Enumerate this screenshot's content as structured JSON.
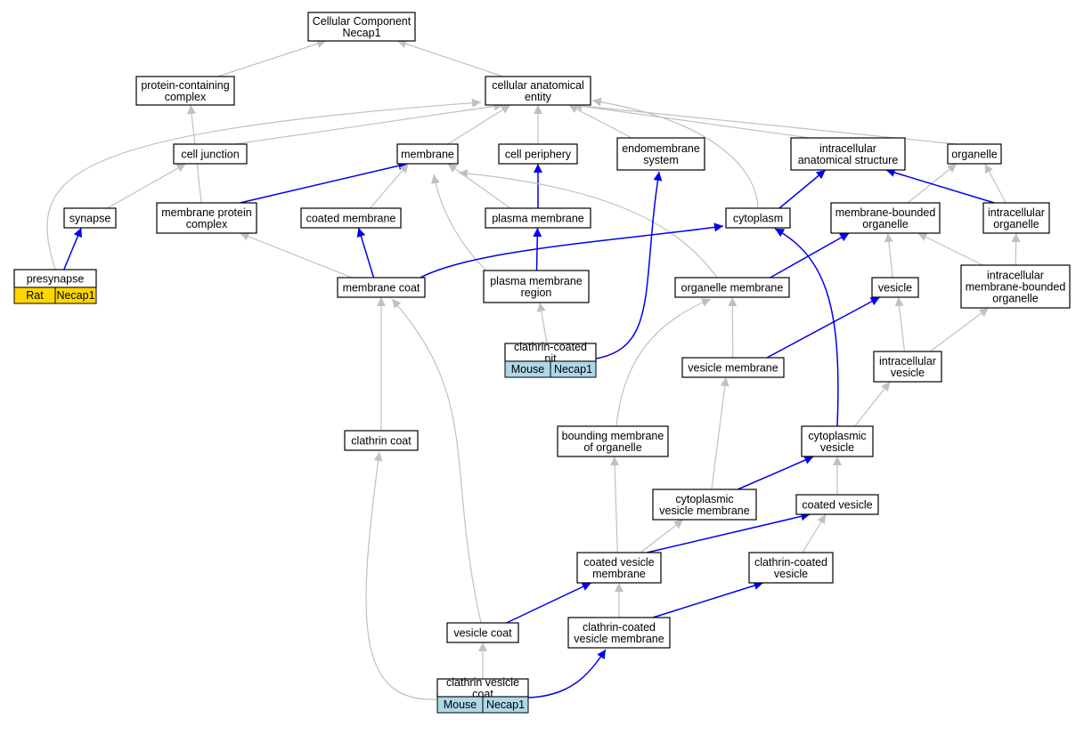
{
  "colors": {
    "is_a_edge": "#c0c0c0",
    "part_of_edge": "#0000ee",
    "rat_tag": "#ffd700",
    "mouse_tag": "#add8e6",
    "node_border": "#000000"
  },
  "nodes": [
    {
      "id": "root",
      "lines": [
        "Cellular Component",
        "Necap1"
      ]
    },
    {
      "id": "protein_complex",
      "lines": [
        "protein-containing",
        "complex"
      ]
    },
    {
      "id": "cae",
      "lines": [
        "cellular anatomical",
        "entity"
      ]
    },
    {
      "id": "cell_junction",
      "lines": [
        "cell junction"
      ]
    },
    {
      "id": "membrane",
      "lines": [
        "membrane"
      ]
    },
    {
      "id": "cell_periphery",
      "lines": [
        "cell periphery"
      ]
    },
    {
      "id": "endomembrane",
      "lines": [
        "endomembrane",
        "system"
      ]
    },
    {
      "id": "ias",
      "lines": [
        "intracellular",
        "anatomical structure"
      ]
    },
    {
      "id": "organelle",
      "lines": [
        "organelle"
      ]
    },
    {
      "id": "synapse",
      "lines": [
        "synapse"
      ]
    },
    {
      "id": "mpc",
      "lines": [
        "membrane protein",
        "complex"
      ]
    },
    {
      "id": "coated_membrane",
      "lines": [
        "coated membrane"
      ]
    },
    {
      "id": "plasma_membrane",
      "lines": [
        "plasma membrane"
      ]
    },
    {
      "id": "cytoplasm",
      "lines": [
        "cytoplasm"
      ]
    },
    {
      "id": "mbo",
      "lines": [
        "membrane-bounded",
        "organelle"
      ]
    },
    {
      "id": "io",
      "lines": [
        "intracellular",
        "organelle"
      ]
    },
    {
      "id": "presynapse",
      "lines": [
        "presynapse"
      ],
      "tags": [
        "Rat",
        "Necap1"
      ],
      "tag_color": "rat"
    },
    {
      "id": "membrane_coat",
      "lines": [
        "membrane coat"
      ]
    },
    {
      "id": "pmr",
      "lines": [
        "plasma membrane",
        "region"
      ]
    },
    {
      "id": "organelle_membrane",
      "lines": [
        "organelle membrane"
      ]
    },
    {
      "id": "vesicle",
      "lines": [
        "vesicle"
      ]
    },
    {
      "id": "imbo",
      "lines": [
        "intracellular",
        "membrane-bounded",
        "organelle"
      ]
    },
    {
      "id": "ccp",
      "lines": [
        "clathrin-coated",
        "pit"
      ],
      "tags": [
        "Mouse",
        "Necap1"
      ],
      "tag_color": "mouse"
    },
    {
      "id": "vesicle_membrane",
      "lines": [
        "vesicle membrane"
      ]
    },
    {
      "id": "iv",
      "lines": [
        "intracellular",
        "vesicle"
      ]
    },
    {
      "id": "clathrin_coat",
      "lines": [
        "clathrin coat"
      ]
    },
    {
      "id": "bmo",
      "lines": [
        "bounding membrane",
        "of organelle"
      ]
    },
    {
      "id": "cv",
      "lines": [
        "cytoplasmic",
        "vesicle"
      ]
    },
    {
      "id": "cvm",
      "lines": [
        "cytoplasmic",
        "vesicle membrane"
      ]
    },
    {
      "id": "coated_vesicle",
      "lines": [
        "coated vesicle"
      ]
    },
    {
      "id": "coated_vm",
      "lines": [
        "coated vesicle",
        "membrane"
      ]
    },
    {
      "id": "ccv",
      "lines": [
        "clathrin-coated",
        "vesicle"
      ]
    },
    {
      "id": "vesicle_coat",
      "lines": [
        "vesicle coat"
      ]
    },
    {
      "id": "ccvm",
      "lines": [
        "clathrin-coated",
        "vesicle membrane"
      ]
    },
    {
      "id": "cvc",
      "lines": [
        "clathrin vesicle",
        "coat"
      ],
      "tags": [
        "Mouse",
        "Necap1"
      ],
      "tag_color": "mouse"
    }
  ],
  "edges": [
    {
      "from": "protein_complex",
      "to": "root",
      "type": "is_a"
    },
    {
      "from": "cae",
      "to": "root",
      "type": "is_a"
    },
    {
      "from": "cell_junction",
      "to": "cae",
      "type": "is_a"
    },
    {
      "from": "membrane",
      "to": "cae",
      "type": "is_a"
    },
    {
      "from": "cell_periphery",
      "to": "cae",
      "type": "is_a"
    },
    {
      "from": "endomembrane",
      "to": "cae",
      "type": "is_a"
    },
    {
      "from": "ias",
      "to": "cae",
      "type": "is_a"
    },
    {
      "from": "organelle",
      "to": "cae",
      "type": "is_a"
    },
    {
      "from": "cytoplasm",
      "to": "cae",
      "type": "is_a"
    },
    {
      "from": "presynapse",
      "to": "cae",
      "type": "is_a"
    },
    {
      "from": "synapse",
      "to": "cell_junction",
      "type": "is_a"
    },
    {
      "from": "mpc",
      "to": "protein_complex",
      "type": "is_a"
    },
    {
      "from": "mpc",
      "to": "membrane",
      "type": "part_of"
    },
    {
      "from": "coated_membrane",
      "to": "membrane",
      "type": "is_a"
    },
    {
      "from": "plasma_membrane",
      "to": "membrane",
      "type": "is_a"
    },
    {
      "from": "plasma_membrane",
      "to": "cell_periphery",
      "type": "part_of"
    },
    {
      "from": "pmr",
      "to": "membrane",
      "type": "is_a"
    },
    {
      "from": "organelle_membrane",
      "to": "membrane",
      "type": "is_a"
    },
    {
      "from": "cytoplasm",
      "to": "ias",
      "type": "part_of"
    },
    {
      "from": "mbo",
      "to": "organelle",
      "type": "is_a"
    },
    {
      "from": "io",
      "to": "organelle",
      "type": "is_a"
    },
    {
      "from": "io",
      "to": "ias",
      "type": "part_of"
    },
    {
      "from": "presynapse",
      "to": "synapse",
      "type": "part_of"
    },
    {
      "from": "membrane_coat",
      "to": "mpc",
      "type": "is_a"
    },
    {
      "from": "membrane_coat",
      "to": "coated_membrane",
      "type": "part_of"
    },
    {
      "from": "membrane_coat",
      "to": "cytoplasm",
      "type": "part_of"
    },
    {
      "from": "pmr",
      "to": "plasma_membrane",
      "type": "part_of"
    },
    {
      "from": "organelle_membrane",
      "to": "mbo",
      "type": "part_of"
    },
    {
      "from": "vesicle",
      "to": "mbo",
      "type": "is_a"
    },
    {
      "from": "imbo",
      "to": "mbo",
      "type": "is_a"
    },
    {
      "from": "imbo",
      "to": "io",
      "type": "is_a"
    },
    {
      "from": "ccp",
      "to": "pmr",
      "type": "is_a"
    },
    {
      "from": "ccp",
      "to": "endomembrane",
      "type": "part_of"
    },
    {
      "from": "vesicle_membrane",
      "to": "organelle_membrane",
      "type": "is_a"
    },
    {
      "from": "vesicle_membrane",
      "to": "vesicle",
      "type": "part_of"
    },
    {
      "from": "iv",
      "to": "vesicle",
      "type": "is_a"
    },
    {
      "from": "iv",
      "to": "imbo",
      "type": "is_a"
    },
    {
      "from": "clathrin_coat",
      "to": "membrane_coat",
      "type": "is_a"
    },
    {
      "from": "bmo",
      "to": "organelle_membrane",
      "type": "is_a"
    },
    {
      "from": "cv",
      "to": "iv",
      "type": "is_a"
    },
    {
      "from": "cv",
      "to": "cytoplasm",
      "type": "part_of"
    },
    {
      "from": "cvm",
      "to": "vesicle_membrane",
      "type": "is_a"
    },
    {
      "from": "cvm",
      "to": "cv",
      "type": "part_of"
    },
    {
      "from": "coated_vesicle",
      "to": "cv",
      "type": "is_a"
    },
    {
      "from": "coated_vm",
      "to": "bmo",
      "type": "is_a"
    },
    {
      "from": "coated_vm",
      "to": "cvm",
      "type": "is_a"
    },
    {
      "from": "coated_vm",
      "to": "coated_vesicle",
      "type": "part_of"
    },
    {
      "from": "ccv",
      "to": "coated_vesicle",
      "type": "is_a"
    },
    {
      "from": "vesicle_coat",
      "to": "membrane_coat",
      "type": "is_a"
    },
    {
      "from": "vesicle_coat",
      "to": "coated_vm",
      "type": "part_of"
    },
    {
      "from": "ccvm",
      "to": "coated_vm",
      "type": "is_a"
    },
    {
      "from": "ccvm",
      "to": "ccv",
      "type": "part_of"
    },
    {
      "from": "cvc",
      "to": "clathrin_coat",
      "type": "is_a"
    },
    {
      "from": "cvc",
      "to": "vesicle_coat",
      "type": "is_a"
    },
    {
      "from": "cvc",
      "to": "ccvm",
      "type": "part_of"
    }
  ]
}
